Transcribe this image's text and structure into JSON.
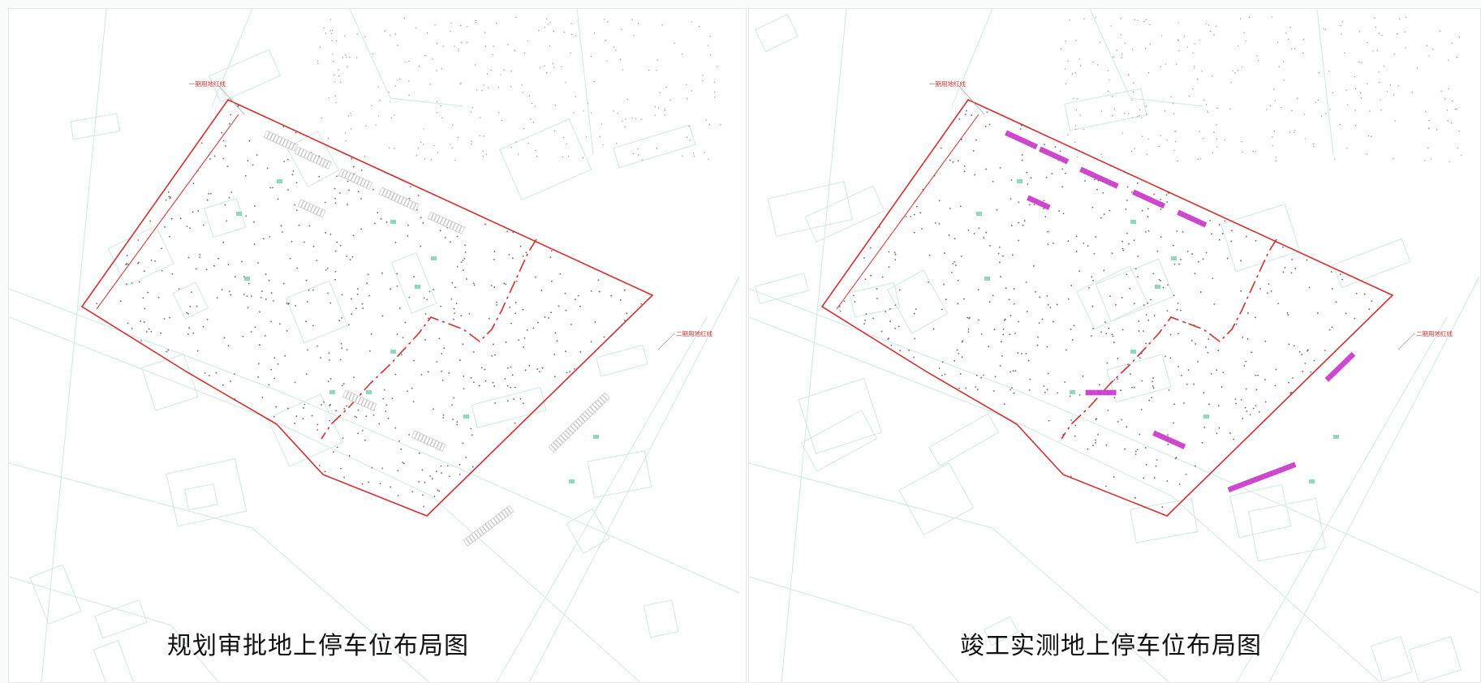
{
  "panels": [
    {
      "caption": "规划审批地上停车位布局图",
      "labels": {
        "phase1": "一期用地红线",
        "phase2": "二期用地红线"
      },
      "parking_variant": "planned"
    },
    {
      "caption": "竣工实测地上停车位布局图",
      "labels": {
        "phase1": "一期用地红线",
        "phase2": "二期用地红线"
      },
      "parking_variant": "as-built"
    }
  ],
  "colors": {
    "boundary": "#d12f2f",
    "planned_parking": "#b9b9b9",
    "asbuilt_parking": "#cc44cc",
    "base_lines": "#cfe8e2",
    "green_marks": "#8fd7c4",
    "dots": "#666666"
  }
}
